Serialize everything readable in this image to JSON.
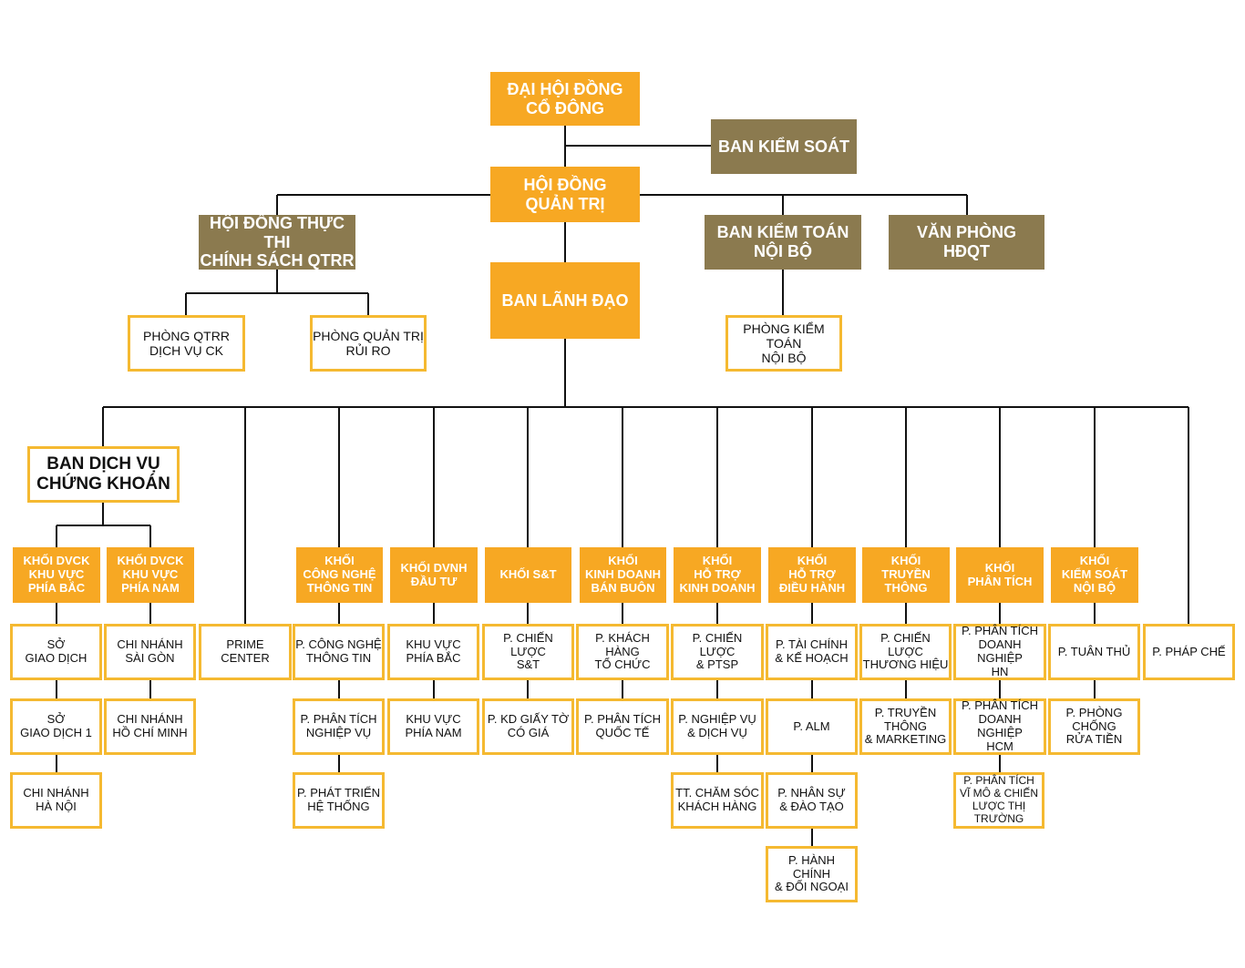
{
  "colors": {
    "gold": "#f7a823",
    "brown": "#8b7a4f",
    "outline": "#f5b931",
    "line": "#111111"
  },
  "top": {
    "dai_hoi_dong_co_dong": "ĐẠI HỘI ĐỒNG\nCỔ ĐÔNG",
    "ban_kiem_soat": "BAN KIỂM SOÁT",
    "hoi_dong_quan_tri": "HỘI ĐỒNG\nQUẢN TRỊ",
    "hoi_dong_thuc_thi": "HỘI ĐỒNG THỰC THI\nCHÍNH SÁCH QTRR",
    "ban_kiem_toan": "BAN KIỂM TOÁN\nNỘI BỘ",
    "van_phong_hdqt": "VĂN PHÒNG\nHĐQT",
    "ban_lanh_dao": "BAN LÃNH ĐẠO",
    "phong_qtrr_dich_vu": "PHÒNG QTRR\nDỊCH VỤ CK",
    "phong_quan_tri_rui_ro": "PHÒNG QUẢN TRỊ\nRỦI RO",
    "phong_kiem_toan": "PHÒNG KIỂM TOÁN\nNỘI BỘ",
    "ban_dich_vu_ck": "BAN DỊCH VỤ\nCHỨNG KHOÁN"
  },
  "blocks": {
    "dvck_bac": "KHỐI DVCK\nKHU VỰC\nPHÍA BẮC",
    "dvck_nam": "KHỐI DVCK\nKHU VỰC\nPHÍA NAM",
    "cong_nghe": "KHỐI\nCÔNG NGHỆ\nTHÔNG TIN",
    "dvnh": "KHỐI DVNH\nĐẦU TƯ",
    "st": "KHỐI S&T",
    "kinh_doanh": "KHỐI\nKINH DOANH\nBÁN BUÔN",
    "ho_tro_kd": "KHỐI\nHỖ TRỢ\nKINH DOANH",
    "ho_tro_dh": "KHỐI\nHỖ TRỢ\nĐIỀU HÀNH",
    "truyen_thong": "KHỐI\nTRUYỀN\nTHÔNG",
    "phan_tich": "KHỐI\nPHÂN TÍCH",
    "kiem_soat": "KHỐI\nKIỂM SOÁT\nNỘI BỘ"
  },
  "units": {
    "so_gd": "SỞ\nGIAO DỊCH",
    "so_gd1": "SỞ\nGIAO DỊCH 1",
    "cn_hn": "CHI NHÁNH\nHÀ NỘI",
    "cn_sg": "CHI NHÁNH\nSÀI GÒN",
    "cn_hcm": "CHI NHÁNH\nHỒ CHÍ MINH",
    "prime": "PRIME\nCENTER",
    "cntt": "P. CÔNG NGHỆ\nTHÔNG TIN",
    "pt_nghiep_vu": "P. PHÂN TÍCH\nNGHIỆP VỤ",
    "pt_he_thong": "P. PHÁT TRIỂN\nHỆ THỐNG",
    "kv_bac": "KHU VỰC\nPHÍA BẮC",
    "kv_nam": "KHU VỰC\nPHÍA NAM",
    "cl_st": "P. CHIẾN LƯỢC\nS&T",
    "kd_giay_to": "P. KD GIẤY TỜ\nCÓ GIÁ",
    "kh_to_chuc": "P. KHÁCH HÀNG\nTỔ CHỨC",
    "pt_quoc_te": "P. PHÂN TÍCH\nQUỐC TẾ",
    "cl_ptsp": "P. CHIẾN LƯỢC\n& PTSP",
    "nv_dich_vu": "P. NGHIỆP VỤ\n& DỊCH VỤ",
    "cskh": "TT. CHĂM SÓC\nKHÁCH HÀNG",
    "tai_chinh": "P. TÀI CHÍNH\n& KẾ HOẠCH",
    "alm": "P. ALM",
    "nhan_su": "P. NHÂN SỰ\n& ĐÀO TẠO",
    "hanh_chinh": "P. HÀNH CHÍNH\n& ĐỐI NGOẠI",
    "cl_thuong_hieu": "P. CHIẾN LƯỢC\nTHƯƠNG HIỆU",
    "truyen_thong_mkt": "P. TRUYỀN THÔNG\n& MARKETING",
    "pt_dn_hn": "P. PHÂN TÍCH\nDOANH NGHIỆP\nHN",
    "pt_dn_hcm": "P. PHÂN TÍCH\nDOANH NGHIỆP\nHCM",
    "pt_vi_mo": "P. PHÂN TÍCH\nVĨ MÔ & CHIẾN\nLƯỢC THỊ TRƯỜNG",
    "tuan_thu": "P. TUÂN THỦ",
    "chong_rua_tien": "P. PHÒNG CHỐNG\nRỬA TIỀN",
    "phap_che": "P. PHÁP CHẾ"
  }
}
